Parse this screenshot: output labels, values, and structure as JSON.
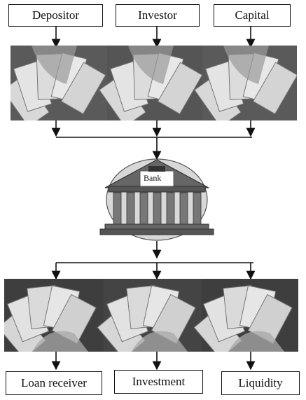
{
  "sources": [
    {
      "label": "Depositor"
    },
    {
      "label": "Investor"
    },
    {
      "label": "Capital"
    }
  ],
  "bank": {
    "label": "Bank"
  },
  "destinations": [
    {
      "label": "Loan receiver"
    },
    {
      "label": "Investment"
    },
    {
      "label": "Liquidity"
    }
  ]
}
